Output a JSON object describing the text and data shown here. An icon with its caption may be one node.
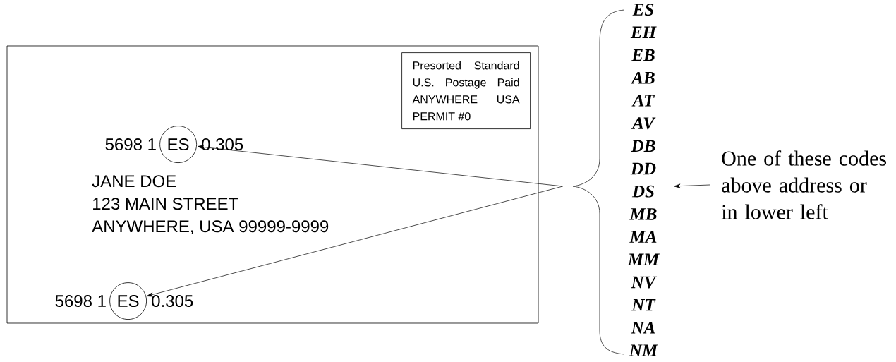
{
  "diagram": {
    "nodes": [
      {
        "text": [],
        "shape": "box"
      },
      {
        "text": [
          "Presorted Standard U.S. Postage Paid ANYWHERE USA PERMIT #0"
        ],
        "in": 0
      },
      {
        "text": [
          "ES"
        ],
        "beside": [
          "5698 1",
          "0.305"
        ],
        "in": 0
      },
      {
        "text": [
          "ES"
        ],
        "beside": [
          "5698 1",
          "0.305"
        ],
        "in": 0
      },
      {
        "text": [
          "ES",
          "EH",
          "EB",
          "AB",
          "AT",
          "AV",
          "DB",
          "DD",
          "DS",
          "MB",
          "MA",
          "MM",
          "NV",
          "NT",
          "NA",
          "NM"
        ]
      },
      {
        "text": [
          "One of these codes above address or in lower left"
        ]
      }
    ],
    "edges": [
      {
        "from": 4,
        "to": 2,
        "arrow": "to"
      },
      {
        "from": 4,
        "to": 3,
        "arrow": "to"
      },
      {
        "from": 5,
        "to": 4,
        "arrow": "to"
      }
    ],
    "labels": [
      "JANE DOE",
      "123 MAIN STREET",
      "ANYWHERE, USA 99999-9999"
    ]
  }
}
